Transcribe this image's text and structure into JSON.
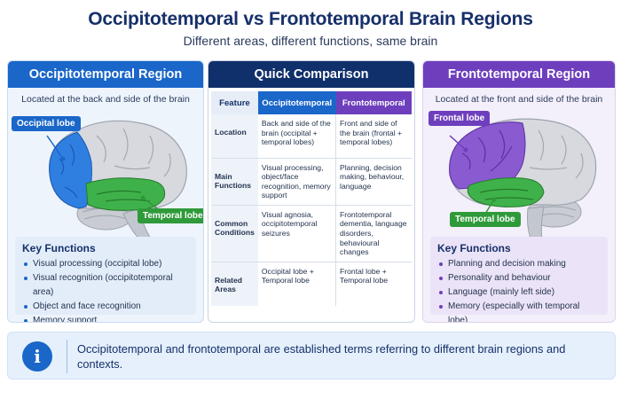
{
  "header": {
    "title": "Occipitotemporal vs Frontotemporal Brain Regions",
    "subtitle": "Different areas, different functions, same brain"
  },
  "left_panel": {
    "title": "Occipitotemporal Region",
    "location": "Located at the back and side of the brain",
    "labels": {
      "primary": "Occipital lobe",
      "secondary": "Temporal lobe"
    },
    "key_functions_title": "Key Functions",
    "key_functions": [
      "Visual processing (occipital lobe)",
      "Visual recognition (occipitotemporal area)",
      "Object and face recognition",
      "Memory support"
    ]
  },
  "comparison": {
    "title": "Quick Comparison",
    "headers": {
      "feature": "Feature",
      "occ": "Occipitotemporal",
      "fro": "Frontotemporal"
    },
    "rows": [
      {
        "feature": "Location",
        "occ": "Back and side of the brain (occipital + temporal lobes)",
        "fro": "Front and side of the brain (frontal + temporal lobes)"
      },
      {
        "feature": "Main Functions",
        "occ": "Visual processing, object/face recognition, memory support",
        "fro": "Planning, decision making, behaviour, language"
      },
      {
        "feature": "Common Conditions",
        "occ": "Visual agnosia, occipitotemporal seizures",
        "fro": "Frontotemporal dementia, language disorders, behavioural changes"
      },
      {
        "feature": "Related Areas",
        "occ": "Occipital lobe + Temporal lobe",
        "fro": "Frontal lobe + Temporal lobe"
      }
    ]
  },
  "right_panel": {
    "title": "Frontotemporal Region",
    "location": "Located at the front and side of the brain",
    "labels": {
      "primary": "Frontal lobe",
      "secondary": "Temporal lobe"
    },
    "key_functions_title": "Key Functions",
    "key_functions": [
      "Planning and decision making",
      "Personality and behaviour",
      "Language (mainly left side)",
      "Memory (especially with temporal lobe)"
    ]
  },
  "footer": {
    "icon": "info-icon",
    "text": "Occipitotemporal and frontotemporal are established terms referring to different brain regions and contexts."
  },
  "colors": {
    "navy": "#10306b",
    "blue": "#1a66c9",
    "purple": "#6e3fbd",
    "green": "#2f9a3a"
  }
}
